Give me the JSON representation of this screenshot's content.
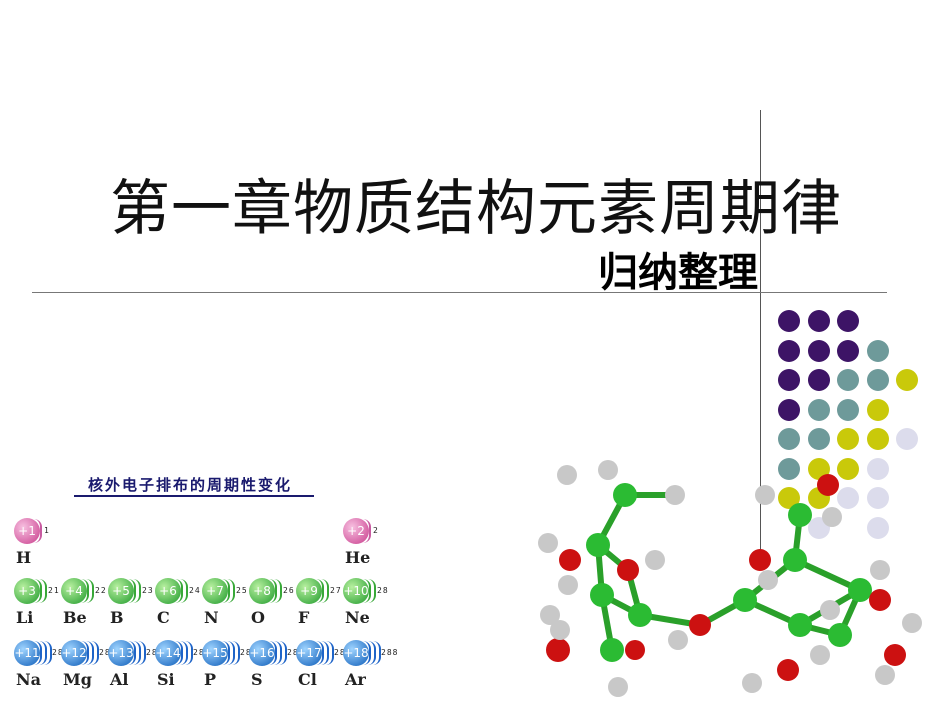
{
  "slide": {
    "title": "第一章物质结构元素周期律",
    "subtitle": "归纳整理"
  },
  "periodic_panel": {
    "heading": "核外电子排布的周期性变化",
    "rows": [
      [
        {
          "symbol": "H",
          "charge": "+1",
          "config": "1",
          "color": "pink"
        },
        {
          "symbol": "He",
          "charge": "+2",
          "config": "2",
          "color": "pink"
        }
      ],
      [
        {
          "symbol": "Li",
          "charge": "+3",
          "config": "21",
          "color": "green"
        },
        {
          "symbol": "Be",
          "charge": "+4",
          "config": "22",
          "color": "green"
        },
        {
          "symbol": "B",
          "charge": "+5",
          "config": "23",
          "color": "green"
        },
        {
          "symbol": "C",
          "charge": "+6",
          "config": "24",
          "color": "green"
        },
        {
          "symbol": "N",
          "charge": "+7",
          "config": "25",
          "color": "green"
        },
        {
          "symbol": "O",
          "charge": "+8",
          "config": "26",
          "color": "green"
        },
        {
          "symbol": "F",
          "charge": "+9",
          "config": "27",
          "color": "green"
        },
        {
          "symbol": "Ne",
          "charge": "+10",
          "config": "28",
          "color": "green"
        }
      ],
      [
        {
          "symbol": "Na",
          "charge": "+11",
          "config": "281",
          "color": "blue"
        },
        {
          "symbol": "Mg",
          "charge": "+12",
          "config": "282",
          "color": "blue"
        },
        {
          "symbol": "Al",
          "charge": "+13",
          "config": "283",
          "color": "blue"
        },
        {
          "symbol": "Si",
          "charge": "+14",
          "config": "284",
          "color": "blue"
        },
        {
          "symbol": "P",
          "charge": "+15",
          "config": "285",
          "color": "blue"
        },
        {
          "symbol": "S",
          "charge": "+16",
          "config": "286",
          "color": "blue"
        },
        {
          "symbol": "Cl",
          "charge": "+17",
          "config": "287",
          "color": "blue"
        },
        {
          "symbol": "Ar",
          "charge": "+18",
          "config": "288",
          "color": "blue"
        }
      ]
    ]
  },
  "decor": {
    "dot_colors": {
      "purple": "#3d1466",
      "teal": "#6e9a9a",
      "yellow": "#c9c90a",
      "lavender": "#dcdcec"
    },
    "dot_grid": [
      [
        "purple",
        "purple",
        "purple",
        null,
        null
      ],
      [
        "purple",
        "purple",
        "purple",
        "teal",
        null
      ],
      [
        "purple",
        "purple",
        "teal",
        "teal",
        "yellow"
      ],
      [
        "purple",
        "teal",
        "teal",
        "yellow",
        null
      ],
      [
        "teal",
        "teal",
        "yellow",
        "yellow",
        "lavender"
      ],
      [
        "teal",
        "yellow",
        "yellow",
        "lavender",
        null
      ],
      [
        "yellow",
        "yellow",
        "lavender",
        "lavender",
        null
      ],
      [
        null,
        "lavender",
        null,
        "lavender",
        null
      ]
    ]
  },
  "molecule_image": {
    "icon": "ball-and-stick-molecule-icon"
  }
}
